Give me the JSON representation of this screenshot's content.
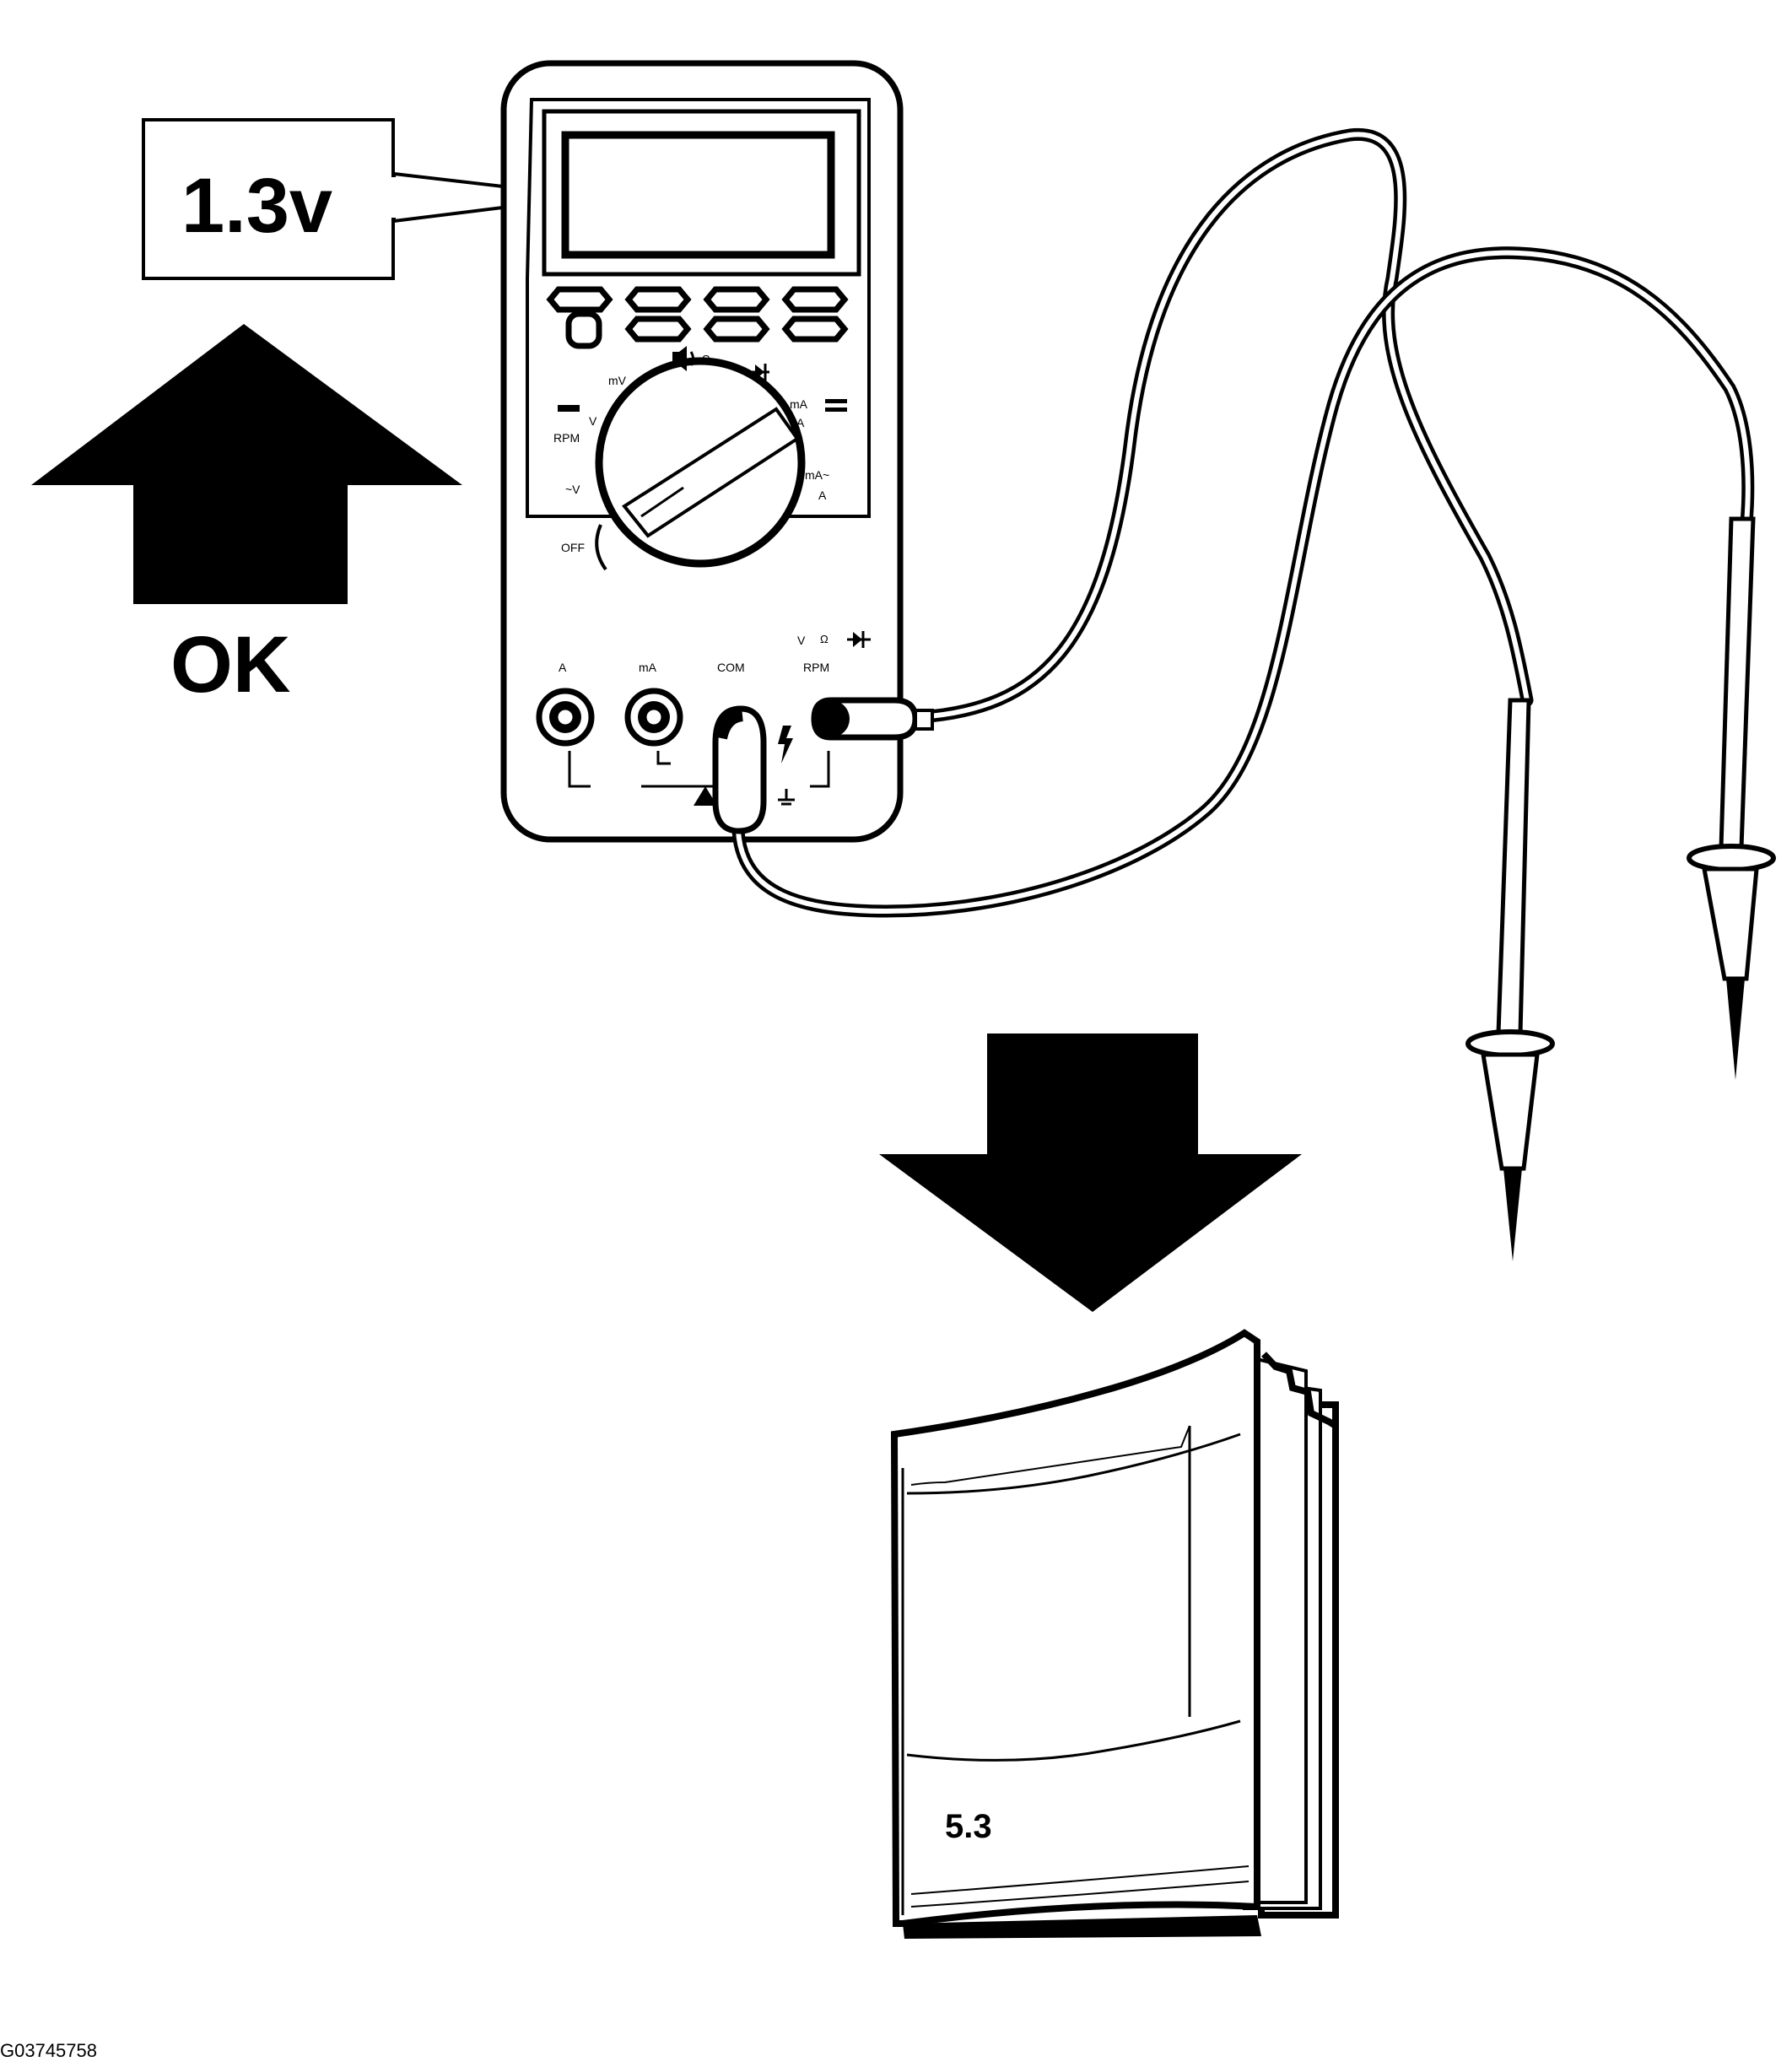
{
  "reading": {
    "value": "1.3v"
  },
  "status": {
    "label": "OK"
  },
  "meter": {
    "dial": {
      "off": "OFF",
      "ac_v": "~V",
      "dc_v": "V",
      "rpm": "RPM",
      "mv": "mV",
      "ohm": "Ω",
      "ma_dc": "mA",
      "a_dc": "A",
      "ma_ac": "mA~",
      "a_ac": "A"
    },
    "jacks": {
      "a": "A",
      "ma": "mA",
      "com": "COM",
      "v": "V",
      "ohm": "Ω",
      "rpm": "RPM"
    }
  },
  "manual": {
    "section": "5.3"
  },
  "figure_id": "G03745758"
}
